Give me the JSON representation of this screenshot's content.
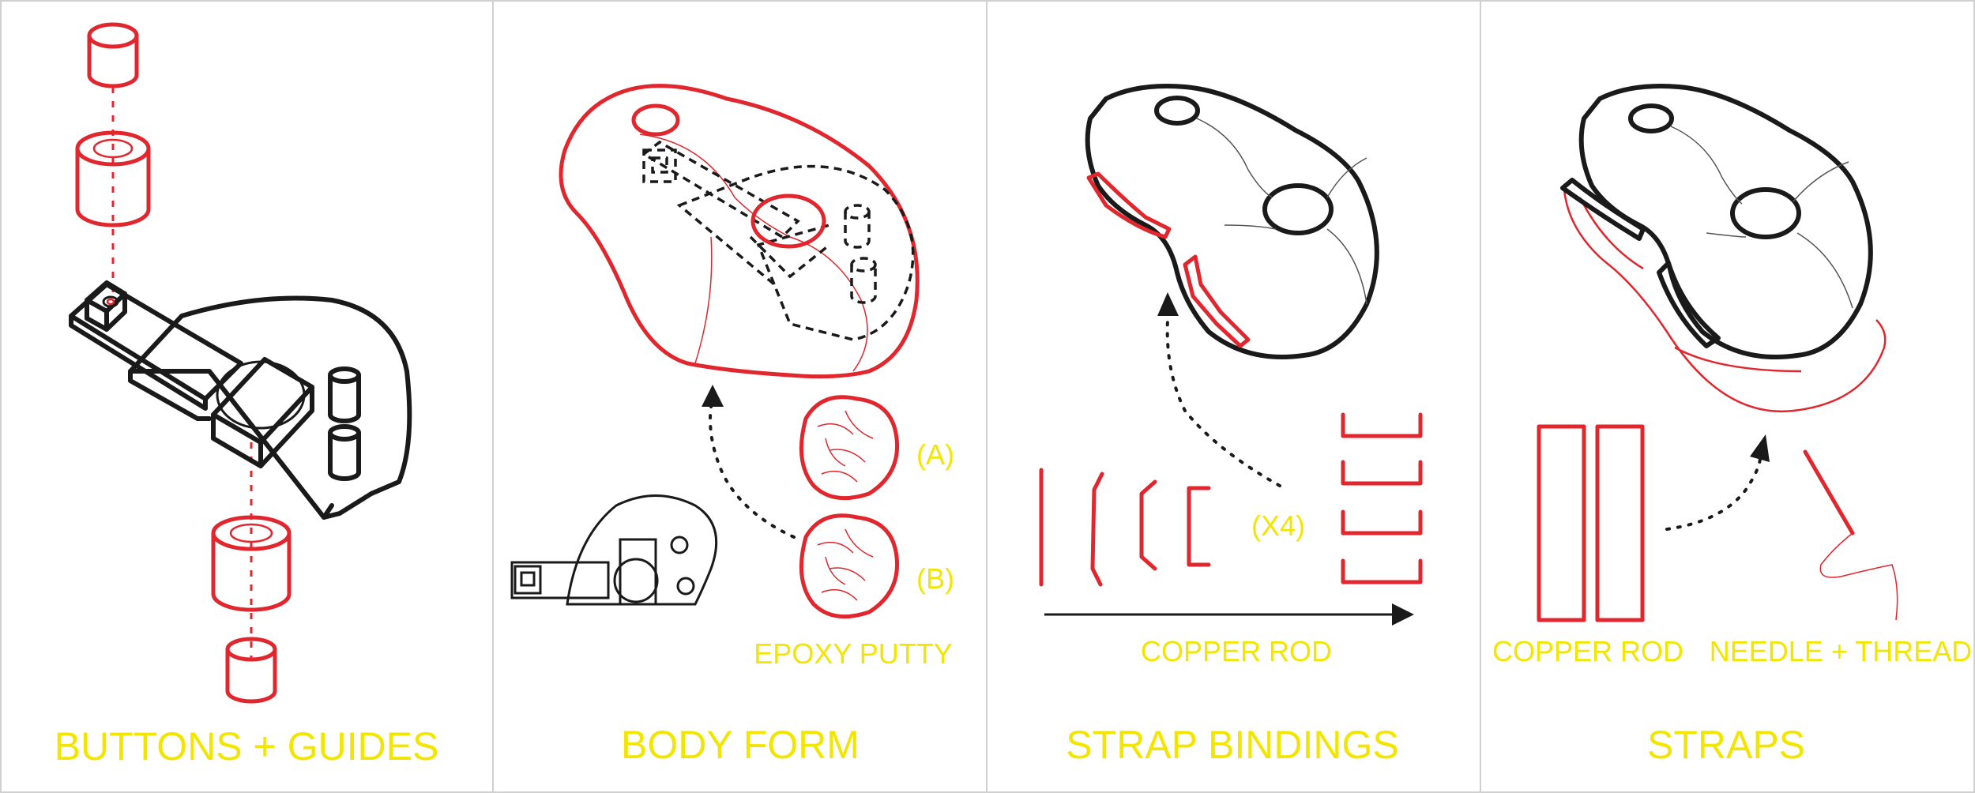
{
  "panels": [
    {
      "title": "BUTTONS + GUIDES"
    },
    {
      "title": "BODY FORM",
      "labels": {
        "a": "(A)",
        "b": "(B)",
        "material": "EPOXY PUTTY"
      }
    },
    {
      "title": "STRAP BINDINGS",
      "labels": {
        "count": "(X4)",
        "material": "COPPER ROD"
      }
    },
    {
      "title": "STRAPS",
      "labels": {
        "material_1": "COPPER ROD",
        "material_2": "NEEDLE + THREAD"
      }
    }
  ],
  "colors": {
    "accent_red": "#e1262d",
    "label_yellow": "#f2e600",
    "outline": "#1a1a1a",
    "divider": "#d0d0d0"
  }
}
